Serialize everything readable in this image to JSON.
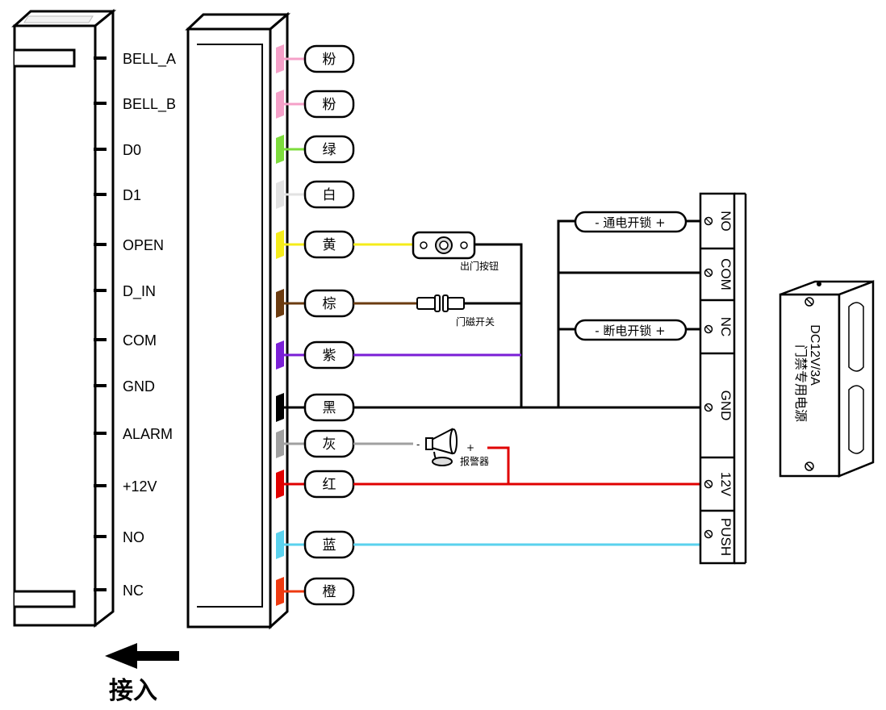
{
  "pins": [
    {
      "label": "BELL_A"
    },
    {
      "label": "BELL_B"
    },
    {
      "label": "D0"
    },
    {
      "label": "D1"
    },
    {
      "label": "OPEN"
    },
    {
      "label": "D_IN"
    },
    {
      "label": "COM"
    },
    {
      "label": "GND"
    },
    {
      "label": "ALARM"
    },
    {
      "label": "+12V"
    },
    {
      "label": "NO"
    },
    {
      "label": "NC"
    }
  ],
  "wires": [
    {
      "label": "粉",
      "color": "#f5a0c8"
    },
    {
      "label": "粉",
      "color": "#f5a0c8"
    },
    {
      "label": "绿",
      "color": "#7ddc3c"
    },
    {
      "label": "白",
      "color": "#e2e2e2"
    },
    {
      "label": "黄",
      "color": "#f5ec1a"
    },
    {
      "label": "棕",
      "color": "#6b3b10"
    },
    {
      "label": "紫",
      "color": "#7a1fd6"
    },
    {
      "label": "黑",
      "color": "#000000"
    },
    {
      "label": "灰",
      "color": "#a0a0a0"
    },
    {
      "label": "红",
      "color": "#e00000"
    },
    {
      "label": "蓝",
      "color": "#5ad2ee"
    },
    {
      "label": "橙",
      "color": "#ee3a10"
    }
  ],
  "devices": {
    "exit_button": "出门按钮",
    "door_sensor": "门磁开关",
    "alarm": "报警器",
    "alarm_minus": "-",
    "alarm_plus": "+"
  },
  "terminals": [
    "NO",
    "COM",
    "NC",
    "GND",
    "12V",
    "PUSH"
  ],
  "relay_labels": {
    "powered_unlock": "- 通电开锁 +",
    "power_off_unlock": "- 断电开锁 +"
  },
  "psu": {
    "rating": "DC12V/3A",
    "name": "门禁专用电源"
  },
  "arrow_label": "接入"
}
